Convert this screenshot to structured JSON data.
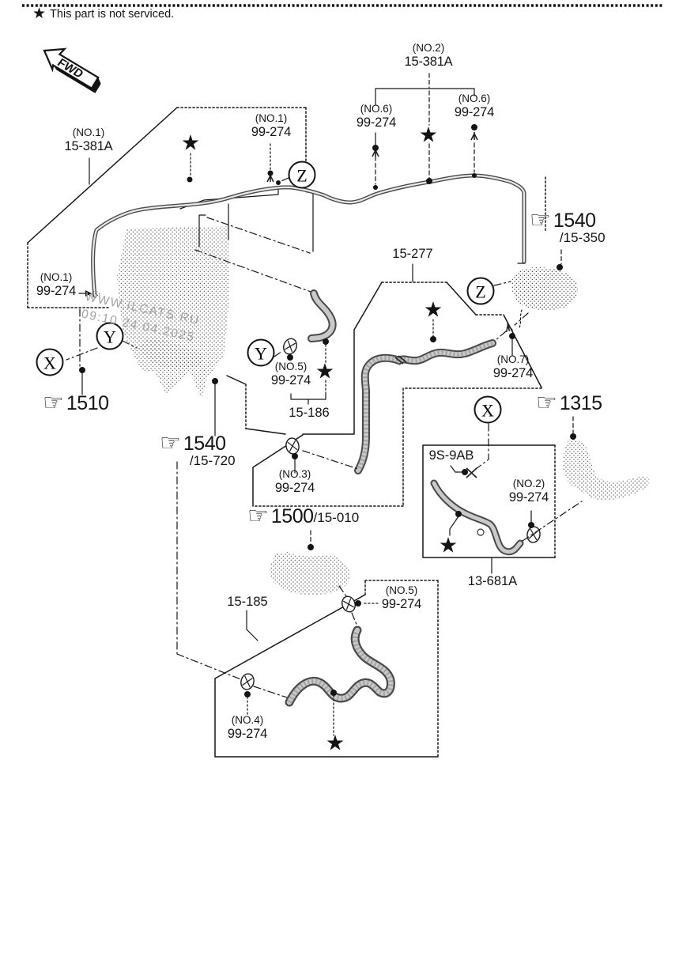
{
  "note": {
    "star": "★",
    "text": "This part is not serviced."
  },
  "fwd_label": "FWD",
  "watermark": {
    "line1": "WWW.ILCATS.RU",
    "line2": "09:10 24.04.2025"
  },
  "badges": {
    "x": "X",
    "y": "Y",
    "z": "Z"
  },
  "star": "★",
  "hand": "☞",
  "part_labels": [
    {
      "no": "(NO.1)",
      "pn": "15-381A"
    },
    {
      "no": "(NO.2)",
      "pn": "15-381A"
    },
    {
      "no": "(NO.6)",
      "pn": "99-274"
    },
    {
      "no": "(NO.6)",
      "pn": "99-274"
    },
    {
      "no": "(NO.1)",
      "pn": "99-274"
    },
    {
      "no": "(NO.1)",
      "pn": "99-274"
    },
    {
      "no": "(NO.5)",
      "pn": "99-274"
    },
    {
      "no": "(NO.7)",
      "pn": "99-274"
    },
    {
      "no": "(NO.3)",
      "pn": "99-274"
    },
    {
      "no": "(NO.2)",
      "pn": "99-274"
    },
    {
      "no": "(NO.5)",
      "pn": "99-274"
    },
    {
      "no": "(NO.4)",
      "pn": "99-274"
    }
  ],
  "sections": {
    "s15_277": "15-277",
    "s15_186": "15-186",
    "s13_681a": "13-681A",
    "s15_185": "15-185",
    "s9s_9ab": "9S-9AB"
  },
  "callouts": {
    "c1540_350": {
      "num": "1540",
      "sub": "/15-350"
    },
    "c1540_720": {
      "num": "1540",
      "sub": "/15-720"
    },
    "c1510": {
      "num": "1510"
    },
    "c1500_010": {
      "num": "1500",
      "sub": "/15-010"
    },
    "c1315": {
      "num": "1315"
    }
  }
}
